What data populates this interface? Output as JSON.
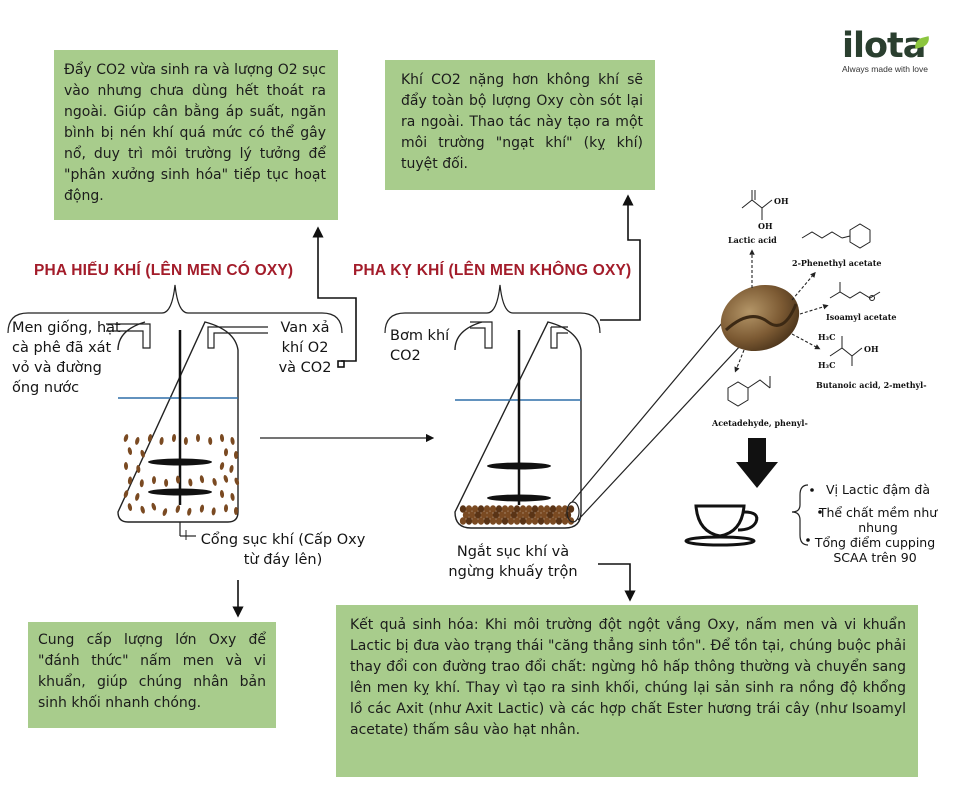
{
  "logo": {
    "name": "ilota",
    "tagline": "Always made with love",
    "color": "#2a3f2f",
    "accent": "#8cc63f"
  },
  "phases": {
    "aerobic": "PHA HIẾU KHÍ (LÊN MEN CÓ OXY)",
    "anaerobic": "PHA KỴ KHÍ (LÊN MEN KHÔNG OXY)",
    "color": "#a31c2a"
  },
  "boxes": {
    "top_left": "Đẩy CO2 vừa sinh ra và lượng O2 sục vào nhưng chưa dùng hết thoát ra ngoài. Giúp cân bằng áp suất, ngăn bình bị nén khí quá mức có thể gây nổ, duy trì môi trường lý tưởng để \"phân xưởng sinh hóa\" tiếp tục hoạt động.",
    "top_middle": "Khí CO2 nặng hơn không khí sẽ đẩy toàn bộ lượng Oxy còn sót lại ra ngoài. Thao tác này tạo ra một môi trường \"ngạt khí\" (kỵ khí) tuyệt đối.",
    "bottom_left": "Cung cấp lượng lớn Oxy để \"đánh thức\" nấm men và vi khuẩn, giúp chúng nhân bản sinh khối nhanh chóng.",
    "bottom_right": "Kết quả sinh hóa: Khi môi trường đột ngột vắng Oxy, nấm men và vi khuẩn Lactic bị đưa vào trạng thái \"căng thẳng sinh tồn\". Để tồn tại, chúng buộc phải thay đổi con đường trao đổi chất: ngừng hô hấp thông thường và chuyển sang lên men kỵ khí. Thay vì tạo ra sinh khối, chúng lại sản sinh ra nồng độ khổng lồ các Axit (như Axit Lactic) và các hợp chất Ester hương trái cây (như Isoamyl acetate) thấm sâu vào hạt nhân.",
    "fill_color": "#a8cc8c"
  },
  "labels": {
    "seed": "Men giống, hạt cà phê đã xát vỏ và đường ống nước",
    "valve": "Van xả khí O2 và CO2",
    "air_port": "Cổng sục khí (Cấp Oxy từ đáy lên)",
    "co2_pump": "Bơm khí CO2",
    "stop": "Ngắt sục khí và ngừng khuấy trộn"
  },
  "compounds": {
    "lactic": "Lactic acid",
    "phenethyl": "2-Phenethyl acetate",
    "isoamyl": "Isoamyl acetate",
    "butanoic": "Butanoic acid, 2-methyl-",
    "acetaldehyde": "Acetadehyde, phenyl-",
    "oh": "OH",
    "h3c": "H₃C"
  },
  "results": {
    "r1": "Vị Lactic đậm đà",
    "r2": "Thể chất mềm như nhung",
    "r3": "Tổng điểm cupping SCAA trên 90"
  },
  "colors": {
    "water_line": "#2f6fa8",
    "bean": "#7a4a22",
    "bean_dark": "#5a3416"
  }
}
